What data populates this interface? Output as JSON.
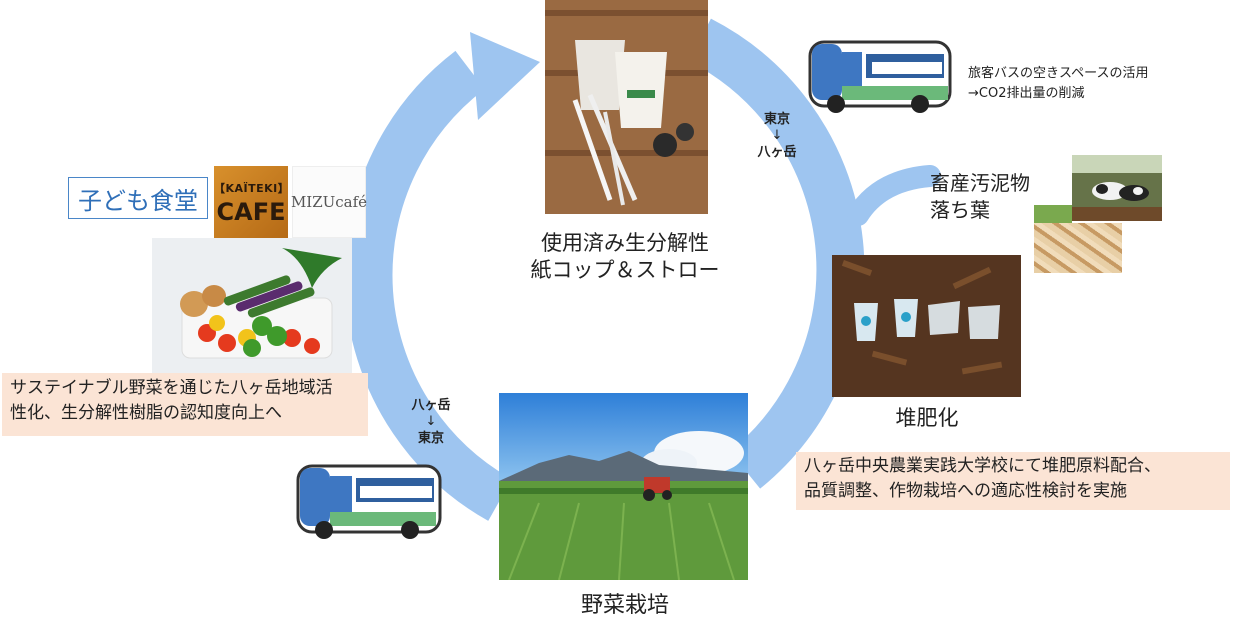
{
  "cycle": {
    "top_caption": [
      "使用済み生分解性",
      "紙コップ＆ストロー"
    ],
    "right_caption": "堆肥化",
    "bottom_caption": "野菜栽培"
  },
  "input_labels": [
    "畜産汚泥物",
    "落ち葉"
  ],
  "route_top": [
    "東京",
    "↓",
    "八ヶ岳"
  ],
  "route_bottom": [
    "八ヶ岳",
    "↓",
    "東京"
  ],
  "bus_note": [
    "旅客バスの空きスペースの活用",
    "→CO2排出量の削減"
  ],
  "left_panel": {
    "kodomo_label": "子ども食堂",
    "cafe_logo_top": "【KAÏTEKI】",
    "cafe_logo_bottom": "CAFE",
    "mizu_logo": "MIZUcafé",
    "note": [
      "サステイナブル野菜を通じた八ヶ岳地域活",
      "性化、生分解性樹脂の認知度向上へ"
    ]
  },
  "right_note": [
    "八ヶ岳中央農業実践大学校にて堆肥原料配合、",
    "品質調整、作物栽培への適応性検討を実施"
  ],
  "colors": {
    "arrow": "#9ec5f0",
    "box_border": "#4a86c8",
    "note_bg": "#fbe4d5"
  }
}
